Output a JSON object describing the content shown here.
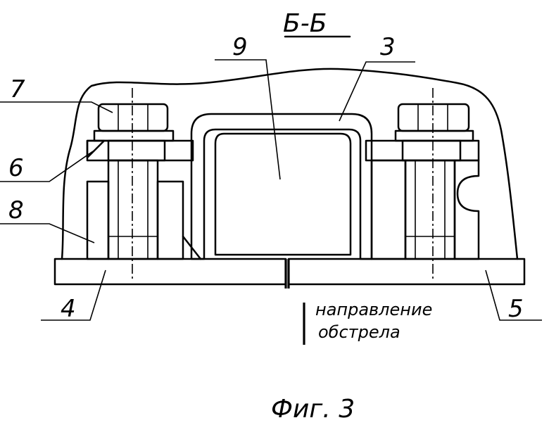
{
  "section_label": "Б-Б",
  "figure_caption": "Фиг. 3",
  "direction_note": [
    "направление",
    "обстрела"
  ],
  "callouts": [
    {
      "id": "label-7",
      "text": "7"
    },
    {
      "id": "label-6",
      "text": "6"
    },
    {
      "id": "label-8",
      "text": "8"
    },
    {
      "id": "label-9",
      "text": "9"
    },
    {
      "id": "label-3",
      "text": "3"
    },
    {
      "id": "label-4",
      "text": "4"
    },
    {
      "id": "label-5",
      "text": "5"
    }
  ],
  "colors": {
    "ink": "#000000",
    "paper": "#ffffff"
  }
}
